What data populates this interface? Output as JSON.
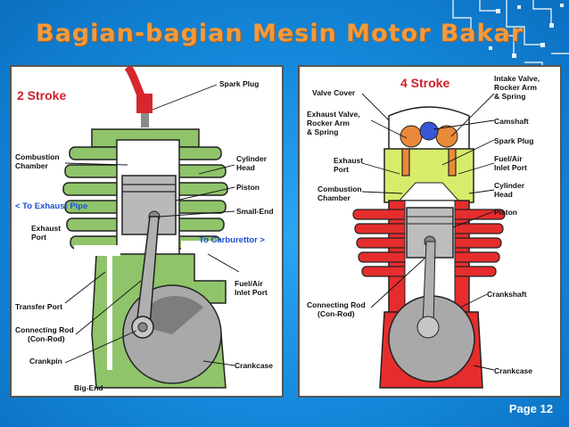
{
  "slide": {
    "title": "Bagian-bagian Mesin Motor Bakar",
    "page": "Page 12",
    "colors": {
      "background": "#1a8fe0",
      "title": "#f39a3c",
      "stroke_label": "#d0202a"
    }
  },
  "left": {
    "heading": "2 Stroke",
    "labels": {
      "spark_plug": "Spark Plug",
      "combustion_chamber_1": "Combustion",
      "combustion_chamber_2": "Chamber",
      "cylinder_head_1": "Cylinder",
      "cylinder_head_2": "Head",
      "piston": "Piston",
      "to_exhaust_pipe": "< To Exhaust Pipe",
      "small_end": "Small-End",
      "exhaust_port_1": "Exhaust",
      "exhaust_port_2": "Port",
      "to_carburettor": "To Carburettor >",
      "fuel_air_1": "Fuel/Air",
      "fuel_air_2": "Inlet Port",
      "transfer_port": "Transfer Port",
      "connecting_rod_1": "Connecting Rod",
      "connecting_rod_2": "(Con-Rod)",
      "crankpin": "Crankpin",
      "crankcase": "Crankcase",
      "big_end": "Big-End"
    }
  },
  "right": {
    "heading": "4 Stroke",
    "labels": {
      "valve_cover": "Valve Cover",
      "intake_1": "Intake Valve,",
      "intake_2": "Rocker Arm",
      "intake_3": "& Spring",
      "exhaust_valve_1": "Exhaust Valve,",
      "exhaust_valve_2": "Rocker Arm",
      "exhaust_valve_3": "& Spring",
      "camshaft": "Camshaft",
      "spark_plug": "Spark Plug",
      "exhaust_port_1": "Exhaust",
      "exhaust_port_2": "Port",
      "fuel_air_1": "Fuel/Air",
      "fuel_air_2": "Inlet Port",
      "combustion_1": "Combustion",
      "combustion_2": "Chamber",
      "cylinder_head_1": "Cylinder",
      "cylinder_head_2": "Head",
      "piston": "Piston",
      "crankshaft": "Crankshaft",
      "connecting_rod_1": "Connecting Rod",
      "connecting_rod_2": "(Con-Rod)",
      "crankcase": "Crankcase"
    }
  }
}
